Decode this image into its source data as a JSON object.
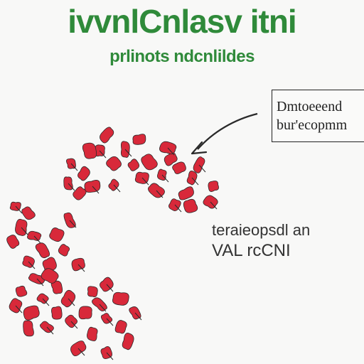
{
  "header": {
    "title": "ivvnlCnlasv itni",
    "subtitle": "prlinots ndcnlildes"
  },
  "callout": {
    "line1": "Dmtoeeend",
    "line2": "bur'ecopmm"
  },
  "label": {
    "line1": "teraieopsdl an",
    "line2": "VAL rcCNI"
  },
  "colors": {
    "title_green": "#2f8a3a",
    "structure_red": "#d8293a",
    "outline": "#2a2a2a",
    "background": "#f8f8f7"
  },
  "icons": {
    "arrow": "curved-arrow-icon",
    "structure": "red-molecular-chain"
  }
}
